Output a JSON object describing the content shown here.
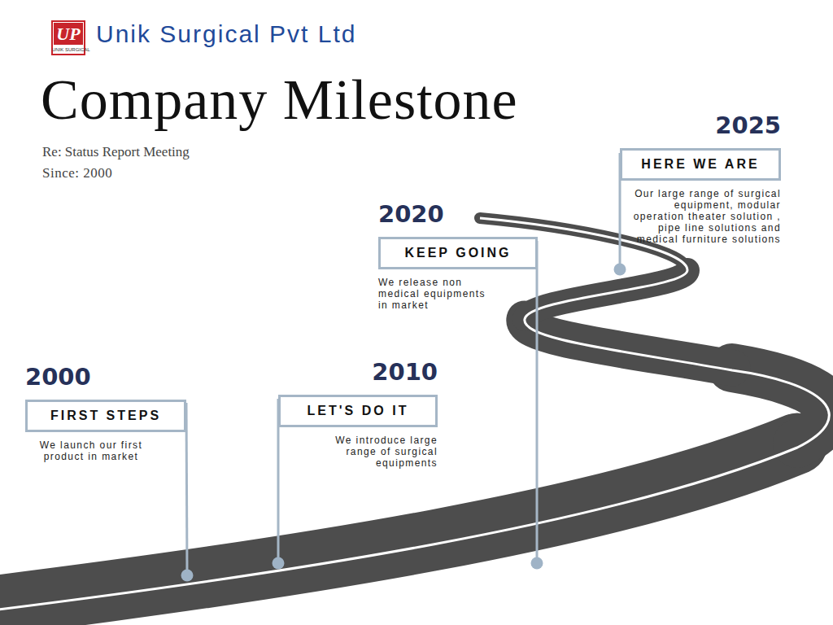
{
  "diagram": {
    "title": "Company Milestone",
    "nodes": [
      {
        "text": [
          "2000",
          "FIRST STEPS",
          "We launch our first product in market"
        ]
      },
      {
        "text": [
          "2010",
          "LET'S DO IT",
          "We introduce large range of surgical equipments"
        ]
      },
      {
        "text": [
          "2020",
          "KEEP GOING",
          "We release non medical equipments in market"
        ]
      },
      {
        "text": [
          "2025",
          "HERE WE ARE",
          "Our large range of surgical equipment, modular operation theater solution , pipe line solutions and medical furniture solutions"
        ]
      }
    ],
    "labels": [
      "Unik Surgical Pvt Ltd",
      "Re: Status Report Meeting",
      "Since: 2000",
      "UP",
      "UNIK SURGICAL"
    ]
  }
}
